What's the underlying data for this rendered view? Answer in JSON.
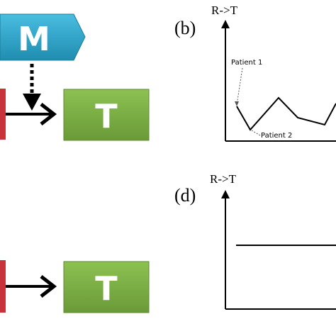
{
  "panels": {
    "top_left": {
      "mediator_label": "M",
      "target_label": "T"
    },
    "top_right": {
      "panel_label": "(b)",
      "y_axis_label": "R->T",
      "annotation_1": "Patient 1",
      "annotation_2": "Patient 2"
    },
    "bottom_left": {
      "target_label": "T"
    },
    "bottom_right": {
      "panel_label": "(d)",
      "y_axis_label": "R->T"
    }
  },
  "colors": {
    "mediator_fill": "#2ea3c6",
    "target_fill": "#7cae45",
    "regulator_fill": "#c8323a",
    "ink": "#000000"
  },
  "icons": [
    "arrow-head-icon",
    "dotted-arrow-icon"
  ]
}
